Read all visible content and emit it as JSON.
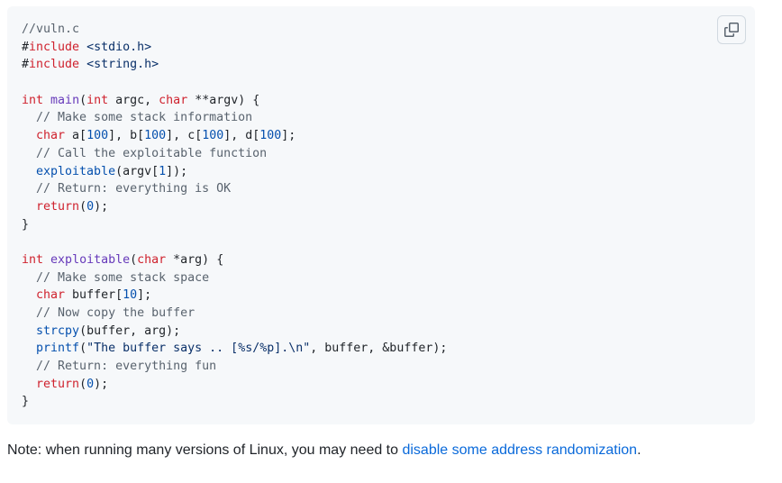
{
  "code_block": {
    "lines": [
      [
        {
          "t": "//vuln.c",
          "k": "comment"
        }
      ],
      [
        {
          "t": "#",
          "k": "plain"
        },
        {
          "t": "include",
          "k": "keyword"
        },
        {
          "t": " <stdio.h>",
          "k": "string"
        }
      ],
      [
        {
          "t": "#",
          "k": "plain"
        },
        {
          "t": "include",
          "k": "keyword"
        },
        {
          "t": " <string.h>",
          "k": "string"
        }
      ],
      [],
      [
        {
          "t": "int",
          "k": "keyword"
        },
        {
          "t": " ",
          "k": "plain"
        },
        {
          "t": "main",
          "k": "function"
        },
        {
          "t": "(",
          "k": "plain"
        },
        {
          "t": "int",
          "k": "keyword"
        },
        {
          "t": " argc, ",
          "k": "plain"
        },
        {
          "t": "char",
          "k": "keyword"
        },
        {
          "t": " **argv) {",
          "k": "plain"
        }
      ],
      [
        {
          "t": "  ",
          "k": "plain"
        },
        {
          "t": "// Make some stack information",
          "k": "comment"
        }
      ],
      [
        {
          "t": "  ",
          "k": "plain"
        },
        {
          "t": "char",
          "k": "keyword"
        },
        {
          "t": " a[",
          "k": "plain"
        },
        {
          "t": "100",
          "k": "number"
        },
        {
          "t": "], b[",
          "k": "plain"
        },
        {
          "t": "100",
          "k": "number"
        },
        {
          "t": "], c[",
          "k": "plain"
        },
        {
          "t": "100",
          "k": "number"
        },
        {
          "t": "], d[",
          "k": "plain"
        },
        {
          "t": "100",
          "k": "number"
        },
        {
          "t": "];",
          "k": "plain"
        }
      ],
      [
        {
          "t": "  ",
          "k": "plain"
        },
        {
          "t": "// Call the exploitable function",
          "k": "comment"
        }
      ],
      [
        {
          "t": "  ",
          "k": "plain"
        },
        {
          "t": "exploitable",
          "k": "call"
        },
        {
          "t": "(argv[",
          "k": "plain"
        },
        {
          "t": "1",
          "k": "number"
        },
        {
          "t": "]);",
          "k": "plain"
        }
      ],
      [
        {
          "t": "  ",
          "k": "plain"
        },
        {
          "t": "// Return: everything is OK",
          "k": "comment"
        }
      ],
      [
        {
          "t": "  ",
          "k": "plain"
        },
        {
          "t": "return",
          "k": "keyword"
        },
        {
          "t": "(",
          "k": "plain"
        },
        {
          "t": "0",
          "k": "number"
        },
        {
          "t": ");",
          "k": "plain"
        }
      ],
      [
        {
          "t": "}",
          "k": "plain"
        }
      ],
      [],
      [
        {
          "t": "int",
          "k": "keyword"
        },
        {
          "t": " ",
          "k": "plain"
        },
        {
          "t": "exploitable",
          "k": "function"
        },
        {
          "t": "(",
          "k": "plain"
        },
        {
          "t": "char",
          "k": "keyword"
        },
        {
          "t": " *arg) {",
          "k": "plain"
        }
      ],
      [
        {
          "t": "  ",
          "k": "plain"
        },
        {
          "t": "// Make some stack space",
          "k": "comment"
        }
      ],
      [
        {
          "t": "  ",
          "k": "plain"
        },
        {
          "t": "char",
          "k": "keyword"
        },
        {
          "t": " buffer[",
          "k": "plain"
        },
        {
          "t": "10",
          "k": "number"
        },
        {
          "t": "];",
          "k": "plain"
        }
      ],
      [
        {
          "t": "  ",
          "k": "plain"
        },
        {
          "t": "// Now copy the buffer",
          "k": "comment"
        }
      ],
      [
        {
          "t": "  ",
          "k": "plain"
        },
        {
          "t": "strcpy",
          "k": "call"
        },
        {
          "t": "(buffer, arg);",
          "k": "plain"
        }
      ],
      [
        {
          "t": "  ",
          "k": "plain"
        },
        {
          "t": "printf",
          "k": "call"
        },
        {
          "t": "(",
          "k": "plain"
        },
        {
          "t": "\"The buffer says .. [%s/%p].\\n\"",
          "k": "string"
        },
        {
          "t": ", buffer, &buffer);",
          "k": "plain"
        }
      ],
      [
        {
          "t": "  ",
          "k": "plain"
        },
        {
          "t": "// Return: everything fun",
          "k": "comment"
        }
      ],
      [
        {
          "t": "  ",
          "k": "plain"
        },
        {
          "t": "return",
          "k": "keyword"
        },
        {
          "t": "(",
          "k": "plain"
        },
        {
          "t": "0",
          "k": "number"
        },
        {
          "t": ");",
          "k": "plain"
        }
      ],
      [
        {
          "t": "}",
          "k": "plain"
        }
      ]
    ],
    "copy_button_icon": "copy-icon"
  },
  "note": {
    "prefix": "Note: when running many versions of Linux, you may need to ",
    "link_text": "disable some address randomization",
    "suffix": "."
  },
  "colors": {
    "code_background": "#f6f8fa",
    "comment": "#59636e",
    "keyword": "#cf222e",
    "function": "#6639ba",
    "number": "#0550ae",
    "string": "#0a3069",
    "link": "#0969da",
    "text": "#1f2328"
  }
}
